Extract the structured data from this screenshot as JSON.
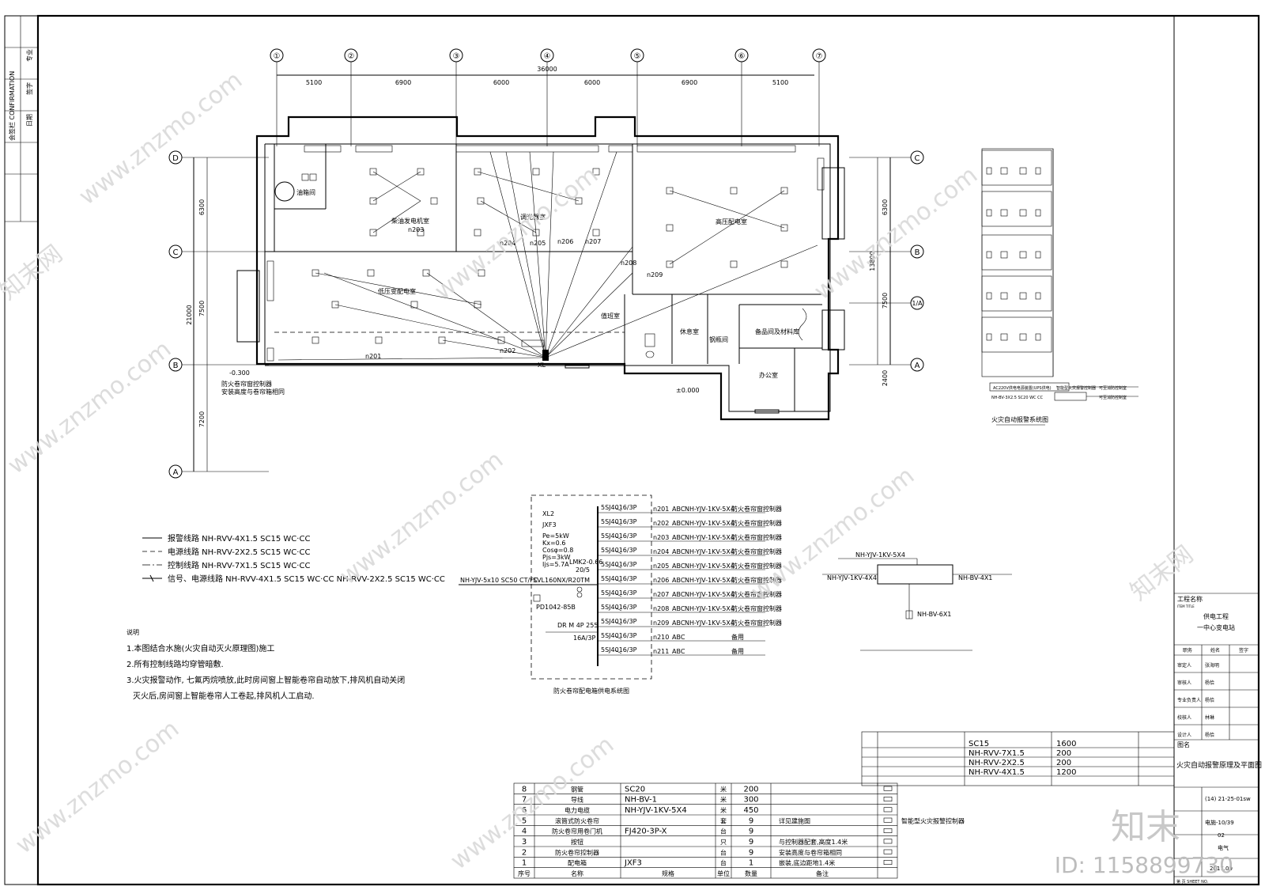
{
  "axes_top": [
    "①",
    "②",
    "③",
    "④",
    "⑤",
    "⑥",
    "⑦"
  ],
  "dims_top": [
    "5100",
    "6900",
    "6000",
    "6000",
    "6900",
    "5100"
  ],
  "dim_total": "36000",
  "axes_left": [
    "D",
    "C",
    "B",
    "A"
  ],
  "axes_right": [
    "C",
    "B",
    "1/A",
    "A"
  ],
  "dims_left": [
    "6300",
    "7500",
    "7200",
    "21000"
  ],
  "dims_right": [
    "6300",
    "7500",
    "2400",
    "13800"
  ],
  "rooms": {
    "oil": "油箱间",
    "diesel": "柴油发电机室",
    "dimmer": "调光器室",
    "hv": "高压配电室",
    "lv": "低压变配电室",
    "duty": "值班室",
    "rest": "休息室",
    "steel": "钢瓶间",
    "spare": "备品间及材料库",
    "office": "办公室"
  },
  "circuits": [
    "n201",
    "n202",
    "n203",
    "n204",
    "n205",
    "n206",
    "n207",
    "n208",
    "n209"
  ],
  "elev_minus": "-0.300",
  "elev_zero": "±0.000",
  "door_note1": "防火卷帘窗控制器",
  "door_note2": "安装高度与卷帘箱相同",
  "panel_label": "XL",
  "legend": [
    "报警线路 NH-RVV-4X1.5 SC15 WC·CC",
    "电源线路 NH-RVV-2X2.5 SC15 WC·CC",
    "控制线路 NH-RVV-7X1.5 SC15 WC·CC",
    "信号、电源线路 NH-RVV-4X1.5 SC15 WC·CC NH-RVV-2X2.5 SC15 WC·CC"
  ],
  "notes_title": "说明",
  "notes": [
    "1.本图结合水施(火灾自动灭火原理图)施工",
    "2.所有控制线路均穿管暗敷.",
    "3.火灾报警动作, 七氟丙烷喷放,此时房间窗上智能卷帘自动放下,排风机自动关闭",
    "灭火后,房间窗上智能卷帘人工卷起,排风机人工启动."
  ],
  "riser": {
    "title": "火灾自动报警系统图",
    "units": 5,
    "bottom_label": "AC220V供电电源装置(UPS供电)",
    "bottom_cable": "NH-BV-3X2.5 SC20 WC CC",
    "controller": "智能型火灾报警控制器",
    "out1": "可至消防控制室",
    "out2": "可至消防控制室"
  },
  "dist": {
    "title": "防火卷帘配电箱供电系统图",
    "box_lines": [
      "XL2",
      "JXF3",
      "Pe=5kW",
      "Kx=0.6",
      "Cosφ=0.8",
      "Pjs=3kW",
      "Ijs=5.7A"
    ],
    "incoming": "NH-YJV-5x10 SC50 CT/FC",
    "main_breaker": "SVL160NX/R20TM",
    "spd": "PD1042-85B",
    "lmk": "LMK2-0.66",
    "lmk2": "20/5",
    "dr": "DR M 4P 255",
    "dr2": "16A/3P",
    "breaker": "5SJ4016/3P",
    "rows": [
      {
        "id": "n201",
        "phase": "ABC",
        "cable": "NH-YJV-1KV-5X4",
        "load": "防火卷帘窗控制器"
      },
      {
        "id": "n202",
        "phase": "ABC",
        "cable": "NH-YJV-1KV-5X4",
        "load": "防火卷帘窗控制器"
      },
      {
        "id": "n203",
        "phase": "ABC",
        "cable": "NH-YJV-1KV-5X4",
        "load": "防火卷帘窗控制器"
      },
      {
        "id": "n204",
        "phase": "ABC",
        "cable": "NH-YJV-1KV-5X4",
        "load": "防火卷帘窗控制器"
      },
      {
        "id": "n205",
        "phase": "ABC",
        "cable": "NH-YJV-1KV-5X4",
        "load": "防火卷帘窗控制器"
      },
      {
        "id": "n206",
        "phase": "ABC",
        "cable": "NH-YJV-1KV-5X4",
        "load": "防火卷帘窗控制器"
      },
      {
        "id": "n207",
        "phase": "ABC",
        "cable": "NH-YJV-1KV-5X4",
        "load": "防火卷帘窗控制器"
      },
      {
        "id": "n208",
        "phase": "ABC",
        "cable": "NH-YJV-1KV-5X4",
        "load": "防火卷帘窗控制器"
      },
      {
        "id": "n209",
        "phase": "ABC",
        "cable": "NH-YJV-1KV-5X4",
        "load": "防火卷帘窗控制器"
      },
      {
        "id": "n210",
        "phase": "ABC",
        "cable": "",
        "load": "备用"
      },
      {
        "id": "n211",
        "phase": "ABC",
        "cable": "",
        "load": "备用"
      }
    ]
  },
  "small_diagram": {
    "top": "NH-YJV-1KV-5X4",
    "left": "NH-YJV-1KV-4X4",
    "right": "NH-BV-4X1",
    "bottom": "NH-BV-6X1"
  },
  "cable_summary": [
    {
      "name": "SC15",
      "qty": "1600"
    },
    {
      "name": "NH-RVV-7X1.5",
      "qty": "200"
    },
    {
      "name": "NH-RVV-2X2.5",
      "qty": "200"
    },
    {
      "name": "NH-RVV-4X1.5",
      "qty": "1200"
    }
  ],
  "material_table": {
    "headers": [
      "序号",
      "名称",
      "规格",
      "单位",
      "数量",
      "备注"
    ],
    "rows": [
      {
        "no": "8",
        "name": "钢管",
        "spec": "SC20",
        "unit": "米",
        "qty": "200",
        "note": "",
        "sym": ""
      },
      {
        "no": "7",
        "name": "导线",
        "spec": "NH-BV-1",
        "unit": "米",
        "qty": "300",
        "note": "",
        "sym": ""
      },
      {
        "no": "6",
        "name": "电力电缆",
        "spec": "NH-YJV-1KV-5X4",
        "unit": "米",
        "qty": "450",
        "note": "",
        "sym": ""
      },
      {
        "no": "5",
        "name": "滚筒式防火卷帘",
        "spec": "",
        "unit": "套",
        "qty": "9",
        "note": "详见建施图",
        "sym": "智能型火灾报警控制器"
      },
      {
        "no": "4",
        "name": "防火卷帘用卷门机",
        "spec": "FJ420-3P-X",
        "unit": "台",
        "qty": "9",
        "note": "",
        "sym": ""
      },
      {
        "no": "3",
        "name": "按钮",
        "spec": "",
        "unit": "只",
        "qty": "9",
        "note": "与控制器配套,高度1.4米",
        "sym": ""
      },
      {
        "no": "2",
        "name": "防火卷帘控制器",
        "spec": "",
        "unit": "台",
        "qty": "9",
        "note": "安装高度与卷帘箱相同",
        "sym": ""
      },
      {
        "no": "1",
        "name": "配电箱",
        "spec": "JXF3",
        "unit": "台",
        "qty": "1",
        "note": "嵌装,底边距地1.4米",
        "sym": ""
      }
    ]
  },
  "title_block": {
    "project_label": "工程名称",
    "project_label_en": "ITEM TITLE",
    "project_name1": "供电工程",
    "project_name2": "一中心变电站",
    "sig_headers": [
      "职务",
      "姓名",
      "签字"
    ],
    "roles": [
      {
        "role": "审定人",
        "name": "张海明"
      },
      {
        "role": "审核人",
        "name": "杨恰"
      },
      {
        "role": "专业负责人",
        "name": "杨恰"
      },
      {
        "role": "校核人",
        "name": "林琳"
      },
      {
        "role": "设计人",
        "name": "杨恰"
      }
    ],
    "drawing_label": "图名",
    "drawing_name": "火灾自动报警原理及平面图",
    "drawing_no": "(14) 21-25-01sw",
    "sheet_no": "电施-10/39",
    "version": "02",
    "discipline": "电气",
    "date": "2017.09",
    "sheet_footer": "第  页 SHEET NO."
  },
  "left_strip": [
    "会签栏 CONFIRMATION",
    "专业",
    "签字",
    "日期"
  ],
  "watermark": "www.znzmo.com",
  "watermark_cn": "知末网",
  "brand_logo": "知末",
  "id_text": "ID: 1158899730"
}
